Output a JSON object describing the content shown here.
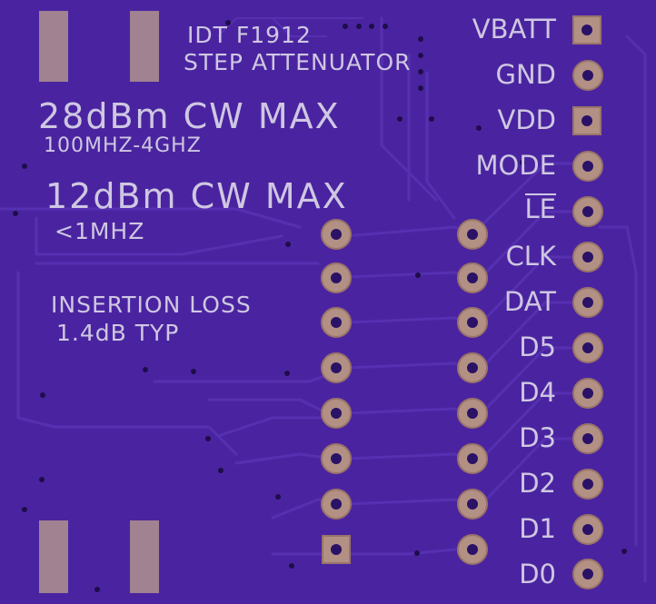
{
  "board": {
    "colors": {
      "soldermask": "#4a24a0",
      "silkscreen": "#cfc7e2",
      "copper_pad": "#b29084",
      "smd_pad": "#a08290"
    }
  },
  "title": {
    "line1": "IDT F1912",
    "line2": "STEP ATTENUATOR"
  },
  "specs": {
    "rating1": "28dBm CW MAX",
    "range1": "100MHZ-4GHZ",
    "rating2": "12dBm CW MAX",
    "range2": "<1MHZ",
    "loss_title": "INSERTION LOSS",
    "loss_value": "1.4dB TYP"
  },
  "header_pins": [
    {
      "label": "VBATT",
      "square": true
    },
    {
      "label": "GND",
      "square": false
    },
    {
      "label": "VDD",
      "square": true
    },
    {
      "label": "MODE",
      "square": false
    },
    {
      "label": "LE",
      "square": false,
      "overline": true
    },
    {
      "label": "CLK",
      "square": false
    },
    {
      "label": "DAT",
      "square": false
    },
    {
      "label": "D5",
      "square": false
    },
    {
      "label": "D4",
      "square": false
    },
    {
      "label": "D3",
      "square": false
    },
    {
      "label": "D2",
      "square": false
    },
    {
      "label": "D1",
      "square": false
    },
    {
      "label": "D0",
      "square": false
    }
  ]
}
